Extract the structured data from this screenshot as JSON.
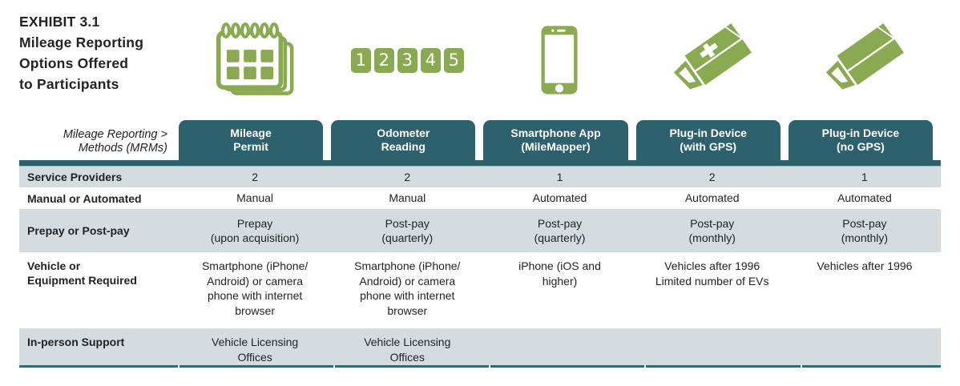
{
  "exhibit": {
    "heading": "EXHIBIT 3.1\nMileage Reporting\nOptions Offered\nto Participants"
  },
  "corner_caption": "Mileage Reporting >\nMethods (MRMs)",
  "colors": {
    "teal": "#2d616d",
    "green": "#8aaa51",
    "row_gray": "#d4dcdf",
    "text": "#232323"
  },
  "columns": [
    {
      "icon": "calendar-icon",
      "header": "Mileage\nPermit"
    },
    {
      "icon": "odometer-digits-icon",
      "header": "Odometer\nReading"
    },
    {
      "icon": "smartphone-icon",
      "header": "Smartphone App\n(MileMapper)"
    },
    {
      "icon": "plugin-device-gps-icon",
      "header": "Plug-in Device\n(with GPS)"
    },
    {
      "icon": "plugin-device-icon",
      "header": "Plug-in Device\n(no GPS)"
    }
  ],
  "odometer_digits": [
    "1",
    "2",
    "3",
    "4",
    "5"
  ],
  "rows": [
    {
      "label": "Service Providers",
      "shaded": true,
      "values": [
        "2",
        "2",
        "1",
        "2",
        "1"
      ]
    },
    {
      "label": "Manual or Automated",
      "shaded": false,
      "values": [
        "Manual",
        "Manual",
        "Automated",
        "Automated",
        "Automated"
      ]
    },
    {
      "label": "Prepay or Post-pay",
      "shaded": true,
      "values": [
        "Prepay\n(upon acquisition)",
        "Post-pay\n(quarterly)",
        "Post-pay\n(quarterly)",
        "Post-pay\n(monthly)",
        "Post-pay\n(monthly)"
      ]
    },
    {
      "label": "Vehicle or\nEquipment Required",
      "shaded": false,
      "values": [
        "Smartphone (iPhone/\nAndroid) or camera\nphone with internet\nbrowser",
        "Smartphone (iPhone/\nAndroid) or camera\nphone with internet\nbrowser",
        "iPhone (iOS and\nhigher)",
        "Vehicles after 1996\nLimited number of EVs",
        "Vehicles after 1996"
      ]
    },
    {
      "label": "In-person Support",
      "shaded": true,
      "values": [
        "Vehicle Licensing\nOffices",
        "Vehicle Licensing\nOffices",
        "",
        "",
        ""
      ]
    }
  ]
}
